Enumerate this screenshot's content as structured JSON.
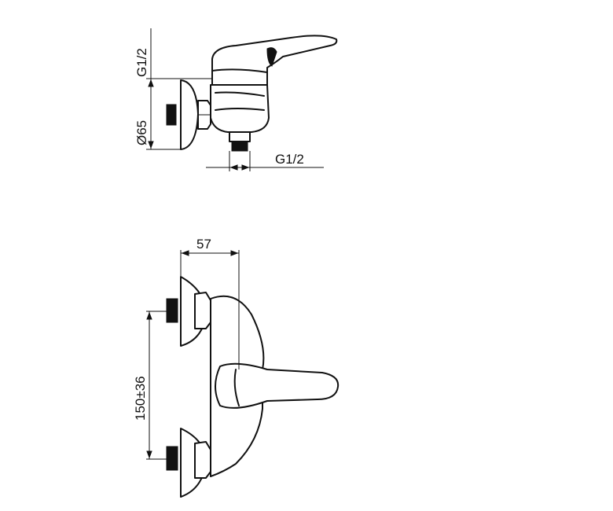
{
  "dimensions": {
    "top_inlet_thread": "G1/2",
    "rosette_diameter": "Ø65",
    "bottom_outlet_thread": "G1/2",
    "projection": "57",
    "inlet_spacing": "150±36"
  },
  "views": {
    "side": {
      "parts": [
        "lever-handle",
        "mixer-body",
        "rosette",
        "union-nut",
        "outlet-nipple"
      ]
    },
    "front": {
      "parts": [
        "upper-rosette",
        "lower-rosette",
        "mixer-body",
        "lever-handle"
      ]
    }
  }
}
